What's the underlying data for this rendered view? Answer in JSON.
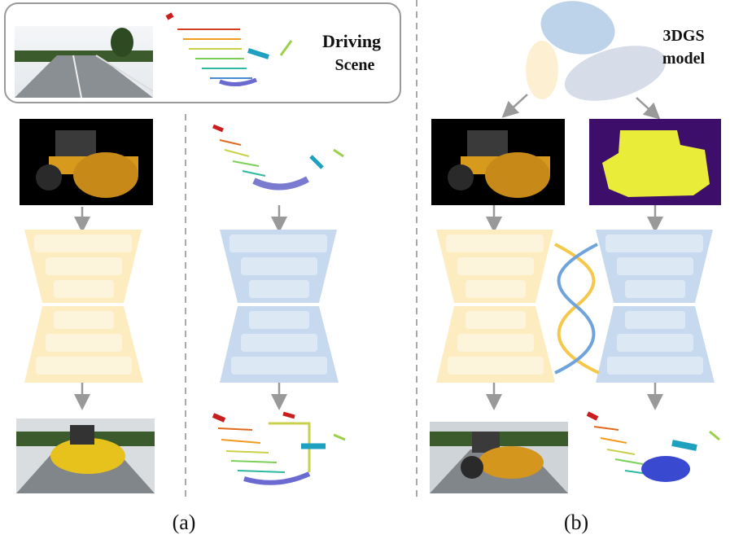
{
  "scene_box": {
    "title_line1": "Driving",
    "title_line2": "Scene"
  },
  "gs_model": {
    "title_line1": "3DGS",
    "title_line2": "model"
  },
  "captions": {
    "a": "(a)",
    "b": "(b)"
  },
  "colors": {
    "yellow_block": "#fcecc0",
    "yellow_inner": "#fdf4dc",
    "blue_block": "#c6d9ee",
    "blue_inner": "#dde8f5",
    "arrow": "#999999",
    "divider": "#aaaaaa",
    "ellipse_blue": "#bdd3ea",
    "ellipse_gray": "#d6dde8",
    "ellipse_yellow": "#fdf0d2",
    "depth_bg": "#3d0f6b",
    "depth_fg": "#e9ec39",
    "helix_yellow": "#f5c84a",
    "helix_blue": "#6fa3dc"
  },
  "icons": [
    "road-photo",
    "lidar-point-cloud",
    "roller-vehicle",
    "depth-map",
    "arrow-down"
  ]
}
